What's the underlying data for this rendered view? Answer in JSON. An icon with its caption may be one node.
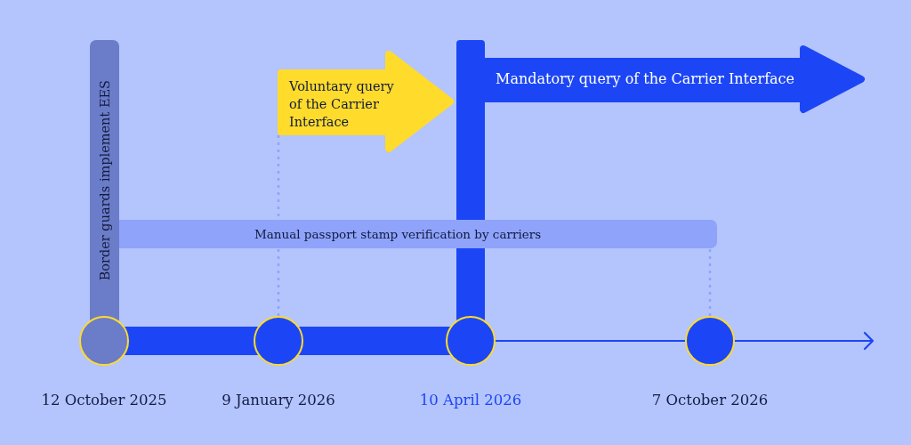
{
  "diagram": {
    "nodes": [
      {
        "text": [
          "Border guards implement EES"
        ]
      },
      {
        "text": [
          "Voluntary query of the Carrier Interface"
        ]
      },
      {
        "text": [
          "Mandatory query of the Carrier Interface"
        ]
      },
      {
        "text": [
          "Manual passport stamp verification by carriers"
        ]
      },
      {
        "text": [],
        "shape": "circle",
        "beside": [
          "12 October 2025"
        ]
      },
      {
        "text": [],
        "shape": "circle",
        "beside": [
          "9 January 2026"
        ]
      },
      {
        "text": [],
        "shape": "circle",
        "beside": [
          "10 April 2026"
        ]
      },
      {
        "text": [],
        "shape": "circle",
        "beside": [
          "7 October 2026"
        ]
      }
    ],
    "edges": [
      {
        "from": 4,
        "to": 5,
        "arrow": "none",
        "style": "thick"
      },
      {
        "from": 5,
        "to": 6,
        "arrow": "none",
        "style": "thick"
      },
      {
        "from": 6,
        "to": 7,
        "arrow": "none"
      },
      {
        "from": 7,
        "to": null,
        "arrow": "to"
      },
      {
        "from": 5,
        "to": 1,
        "arrow": "none",
        "style": "dashed",
        "color": "#8fa3fb"
      },
      {
        "from": 7,
        "to": 3,
        "arrow": "none",
        "style": "dashed",
        "color": "#8fa3fb"
      },
      {
        "from": 6,
        "to": 3,
        "arrow": "none",
        "style": "thick"
      }
    ]
  }
}
